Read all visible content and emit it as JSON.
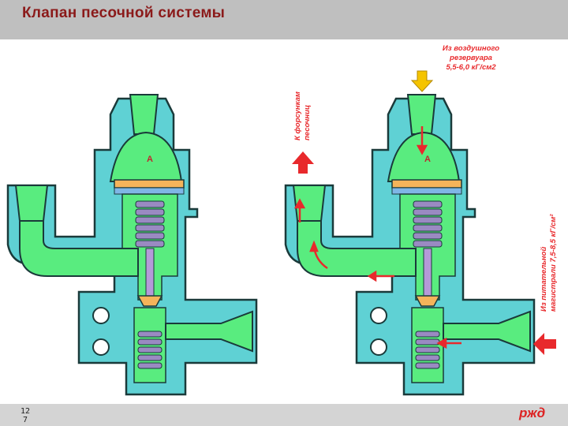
{
  "title": "Клапан песочной системы",
  "page_number": [
    "12",
    "7"
  ],
  "logo": "ржд",
  "labels": {
    "chamber_left": "А",
    "chamber_right": "А",
    "air_reservoir": [
      "Из воздушного",
      "резервуара",
      "5,5-6,0 кГ/см2"
    ],
    "to_nozzles": [
      "К форсункам",
      "песочниц"
    ],
    "from_main": [
      "Из питательной",
      "магистрали 7,5-8,5 кГ/см²"
    ]
  },
  "colors": {
    "housing": "#5fd1d4",
    "inner": "#59ec7f",
    "outline": "#1a3a3a",
    "arrow": "#e8292c",
    "inlet_arrow": "#f5c400",
    "spring": "#9a8ac2",
    "seal": "#f5b45a"
  }
}
